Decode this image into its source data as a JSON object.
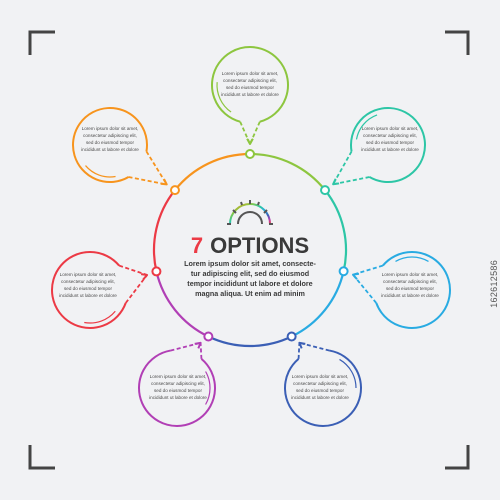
{
  "title": {
    "number": "7",
    "word": "OPTIONS"
  },
  "description": {
    "lines": [
      "Lorem ipsum dolor sit amet, consecte-",
      "tur adipiscing elit, sed do eiusmod",
      "tempor incididunt ut labore et dolore",
      "magna aliqua. Ut enim ad minim"
    ]
  },
  "colors": {
    "orange": "#f7941d",
    "green": "#8dc63f",
    "teal": "#2dc6a6",
    "blue": "#29abe2",
    "navy": "#3b5fb5",
    "purple": "#b13fb5",
    "red": "#ec3a45",
    "text_dark": "#3a3a3a",
    "background": "#f1f2f4"
  },
  "options": [
    {
      "key": "top",
      "color_key": "green",
      "text": [
        "Lorem ipsum dolor sit amet,",
        "consectetur adipiscing elit,",
        "sed do eiusmod tempor",
        "incididunt ut labore et dolore"
      ]
    },
    {
      "key": "upper-right",
      "color_key": "teal",
      "text": [
        "Lorem ipsum dolor sit amet,",
        "consectetur adipiscing elit,",
        "sed do eiusmod tempor",
        "incididunt ut labore et dolore"
      ]
    },
    {
      "key": "lower-right",
      "color_key": "blue",
      "text": [
        "Lorem ipsum dolor sit amet,",
        "consectetur adipiscing elit,",
        "sed do eiusmod tempor",
        "incididunt ut labore et dolore"
      ]
    },
    {
      "key": "bottom-right",
      "color_key": "navy",
      "text": [
        "Lorem ipsum dolor sit amet,",
        "consectetur adipiscing elit,",
        "sed do eiusmod tempor",
        "incididunt ut labore et dolore"
      ]
    },
    {
      "key": "bottom-left",
      "color_key": "purple",
      "text": [
        "Lorem ipsum dolor sit amet,",
        "consectetur adipiscing elit,",
        "sed do eiusmod tempor",
        "incididunt ut labore et dolore"
      ]
    },
    {
      "key": "lower-left",
      "color_key": "red",
      "text": [
        "Lorem ipsum dolor sit amet,",
        "consectetur adipiscing elit,",
        "sed do eiusmod tempor",
        "incididunt ut labore et dolore"
      ]
    },
    {
      "key": "upper-left",
      "color_key": "orange",
      "text": [
        "Lorem ipsum dolor sit amet,",
        "consectetur adipiscing elit,",
        "sed do eiusmod tempor",
        "incididunt ut labore et dolore"
      ]
    }
  ],
  "icon": "gear-icon",
  "stock_id": "162612586"
}
